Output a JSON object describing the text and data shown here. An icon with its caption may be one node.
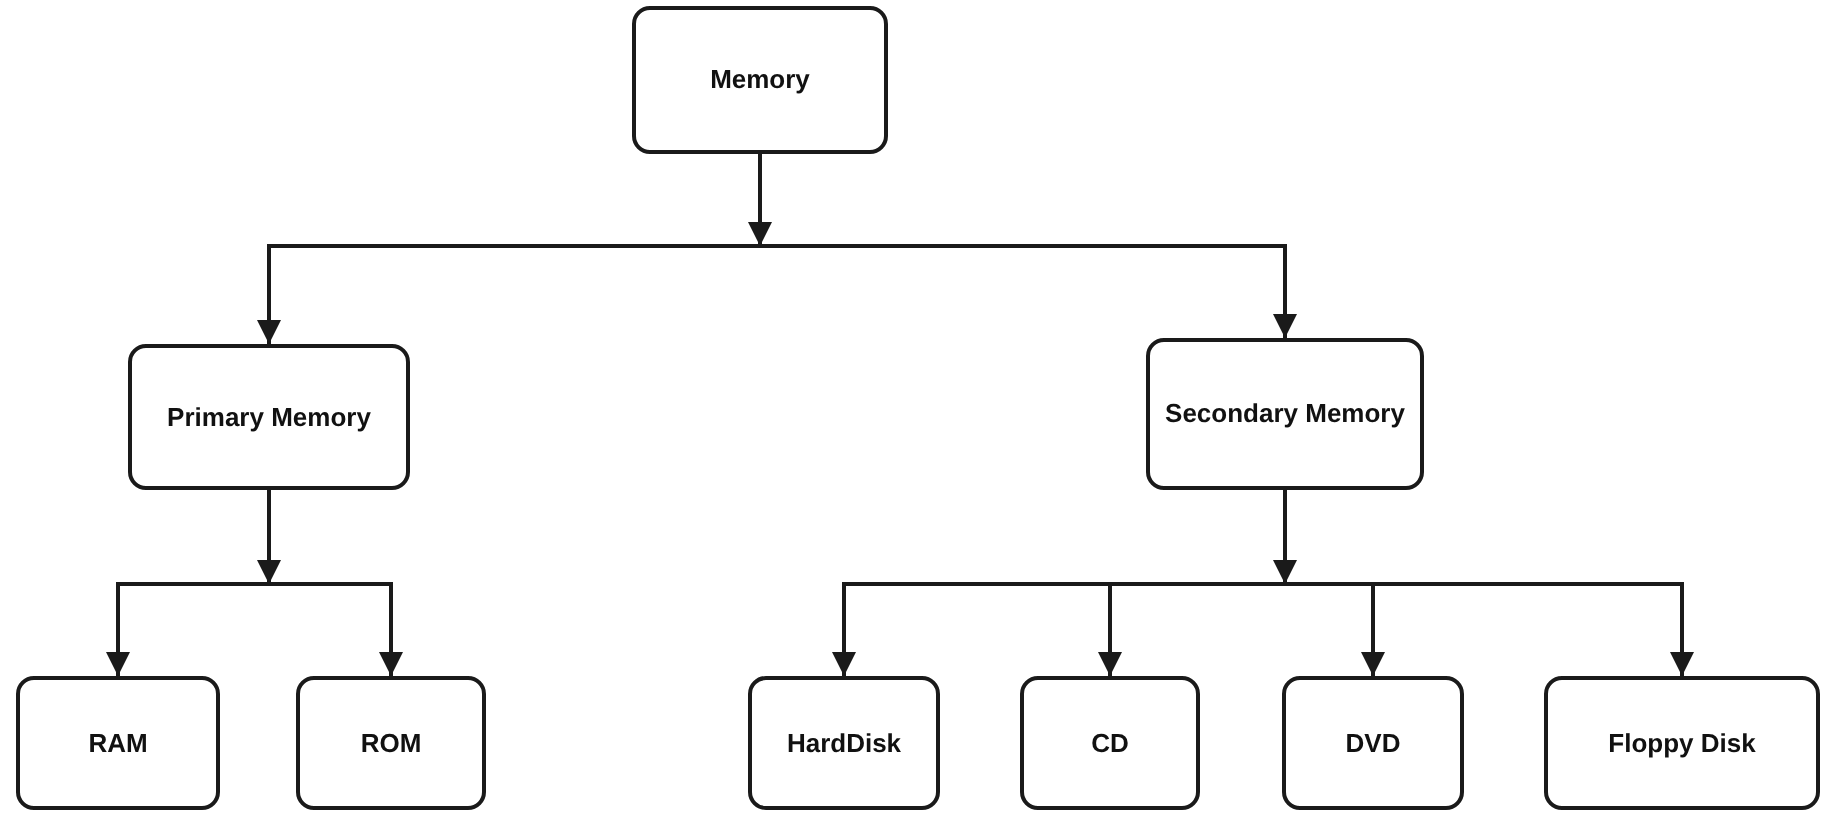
{
  "diagram": {
    "nodes": [
      {
        "text": [
          "Memory"
        ]
      },
      {
        "text": [
          "Primary Memory"
        ]
      },
      {
        "text": [
          "Secondary Memory"
        ]
      },
      {
        "text": [
          "RAM"
        ]
      },
      {
        "text": [
          "ROM"
        ]
      },
      {
        "text": [
          "HardDisk"
        ]
      },
      {
        "text": [
          "CD"
        ]
      },
      {
        "text": [
          "DVD"
        ]
      },
      {
        "text": [
          "Floppy Disk"
        ]
      }
    ],
    "edges": [
      {
        "from": 0,
        "to": 1,
        "arrow": "to"
      },
      {
        "from": 0,
        "to": 2,
        "arrow": "to"
      },
      {
        "from": 1,
        "to": 3,
        "arrow": "to"
      },
      {
        "from": 1,
        "to": 4,
        "arrow": "to"
      },
      {
        "from": 2,
        "to": 5,
        "arrow": "to"
      },
      {
        "from": 2,
        "to": 6,
        "arrow": "to"
      },
      {
        "from": 2,
        "to": 7,
        "arrow": "to"
      },
      {
        "from": 2,
        "to": 8,
        "arrow": "to"
      }
    ]
  }
}
